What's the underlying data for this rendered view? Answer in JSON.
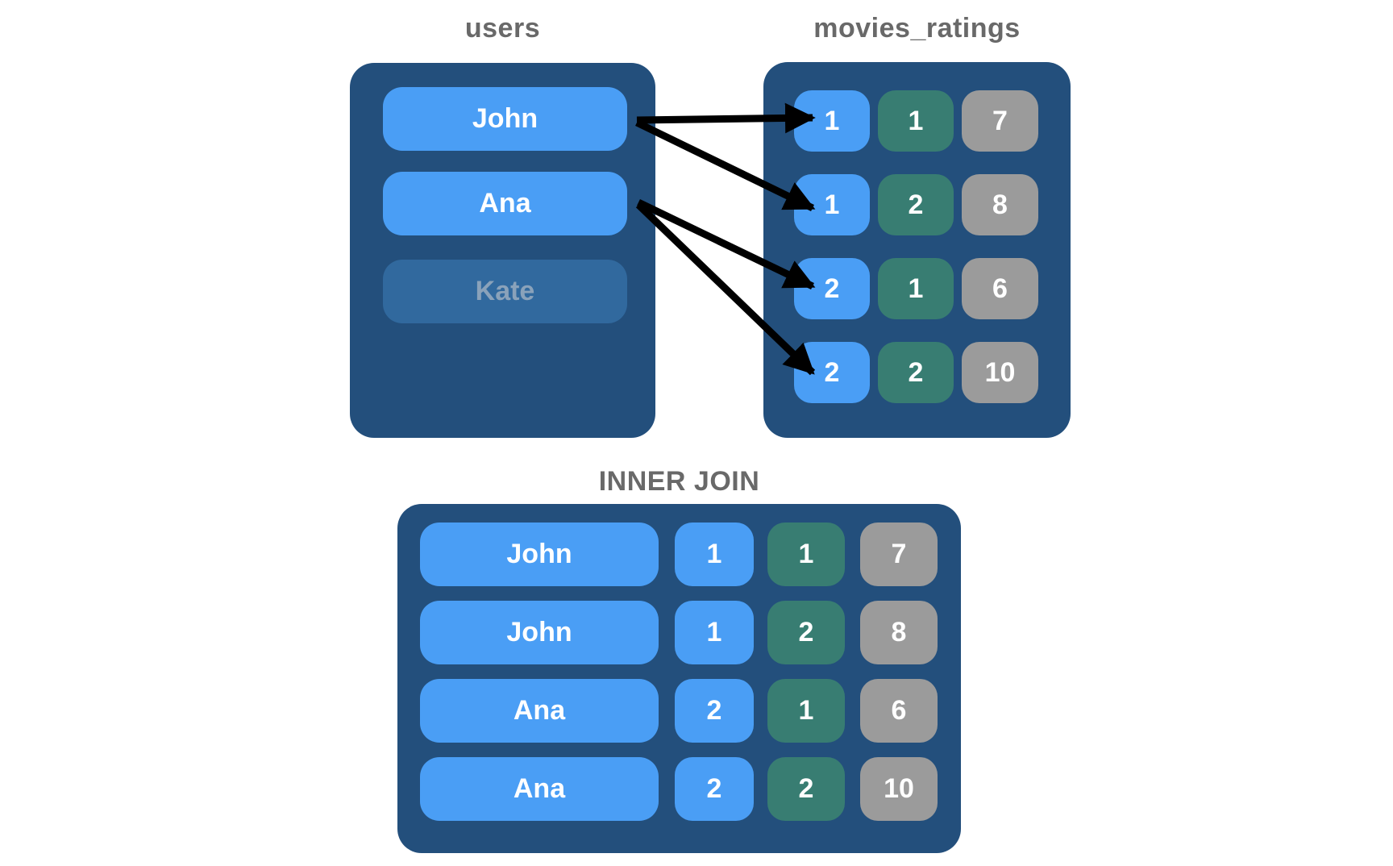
{
  "users_table": {
    "title": "users",
    "rows": [
      {
        "label": "John",
        "active": true
      },
      {
        "label": "Ana",
        "active": true
      },
      {
        "label": "Kate",
        "active": false
      }
    ]
  },
  "movies_ratings_table": {
    "title": "movies_ratings",
    "rows": [
      [
        "1",
        "1",
        "7"
      ],
      [
        "1",
        "2",
        "8"
      ],
      [
        "2",
        "1",
        "6"
      ],
      [
        "2",
        "2",
        "10"
      ]
    ],
    "cell_colors": [
      "blue",
      "green",
      "gray"
    ]
  },
  "inner_join_table": {
    "title": "INNER JOIN",
    "rows": [
      {
        "name": "John",
        "values": [
          "1",
          "1",
          "7"
        ]
      },
      {
        "name": "John",
        "values": [
          "1",
          "2",
          "8"
        ]
      },
      {
        "name": "Ana",
        "values": [
          "2",
          "1",
          "6"
        ]
      },
      {
        "name": "Ana",
        "values": [
          "2",
          "2",
          "10"
        ]
      }
    ],
    "cell_colors": [
      "blue",
      "green",
      "gray"
    ]
  },
  "arrows": [
    {
      "from_user": "John",
      "to_movies_ratings_row": 0
    },
    {
      "from_user": "John",
      "to_movies_ratings_row": 1
    },
    {
      "from_user": "Ana",
      "to_movies_ratings_row": 2
    },
    {
      "from_user": "Ana",
      "to_movies_ratings_row": 3
    }
  ],
  "colors": {
    "panel_navy": "#234f7c",
    "pill_blue": "#4a9ef5",
    "cell_green": "#387d72",
    "cell_gray": "#9b9b9b",
    "muted_pill": "#31699e",
    "muted_text": "#8aa2ba",
    "title_text": "#696969",
    "arrow": "#000000",
    "background": "#ffffff"
  }
}
